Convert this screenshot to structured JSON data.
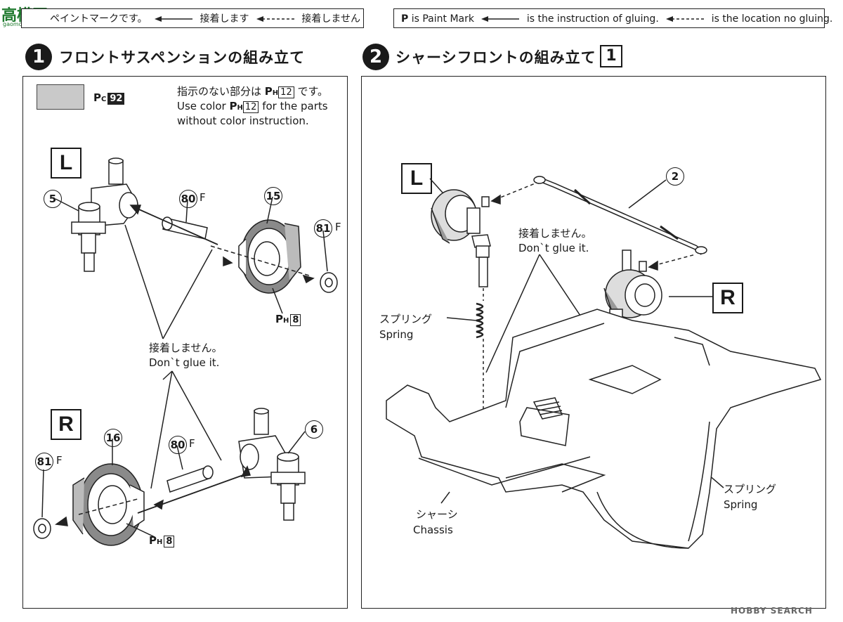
{
  "watermark": {
    "logo": "高模网",
    "url": "gaomo.com",
    "corner": "HOBBY SEARCH"
  },
  "legend_jp": {
    "paint": "ペイントマークです。",
    "glue": "接着します",
    "no_glue": "接着しません"
  },
  "legend_en": {
    "paint_symbol": "P",
    "paint": "is Paint Mark",
    "glue": "is the instruction of gluing.",
    "no_glue": "is the location no gluing."
  },
  "step1": {
    "number": "1",
    "title": "フロントサスペンションの組み立て",
    "swatch_color": "#c9c9c9",
    "swatch_paint": {
      "prefix": "P",
      "sub": "C",
      "code": "92"
    },
    "note_jp": {
      "pre": "指示のない部分は",
      "code": "12",
      "post": "です。"
    },
    "note_en_1": {
      "pre": "Use color",
      "code": "12",
      "post": "for the parts"
    },
    "note_en_2": "without color instruction.",
    "L": "L",
    "R": "R",
    "parts": {
      "p5": "5",
      "p80": "80",
      "p15": "15",
      "p81": "81",
      "p16": "16",
      "p6": "6",
      "F": "F"
    },
    "paint_h8": {
      "prefix": "P",
      "sub": "H",
      "code": "8"
    },
    "no_glue_jp": "接着しません。",
    "no_glue_en": "Don`t glue it."
  },
  "step2": {
    "number": "2",
    "title": "シャーシフロントの組み立て",
    "ref": "1",
    "L": "L",
    "R": "R",
    "part2": "2",
    "no_glue_jp": "接着しません。",
    "no_glue_en": "Don`t glue it.",
    "spring_jp": "スプリング",
    "spring_en": "Spring",
    "chassis_jp": "シャーシ",
    "chassis_en": "Chassis"
  }
}
